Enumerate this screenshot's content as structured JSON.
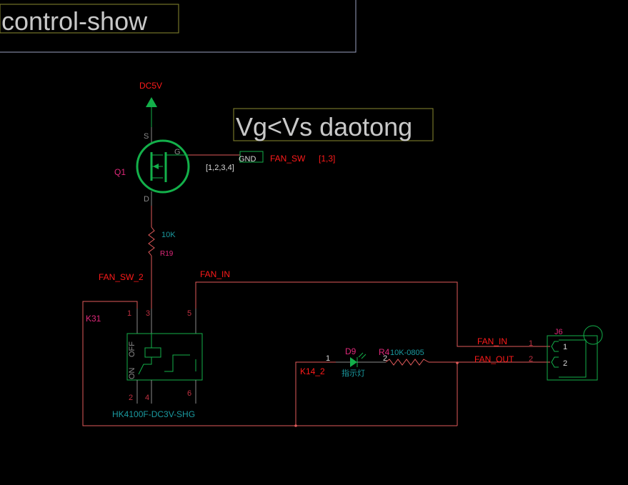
{
  "titles": {
    "main": "control-show",
    "note": "Vg<Vs daotong"
  },
  "power": {
    "dc5v": "DC5V",
    "gnd": "GND"
  },
  "q1": {
    "ref": "Q1",
    "s": "S",
    "g": "G",
    "d": "D",
    "pinlist": "[1,2,3,4]"
  },
  "nets": {
    "fan_sw": "FAN_SW",
    "fan_sw_pins": "[1,3]",
    "fan_sw_2": "FAN_SW_2",
    "fan_in_top": "FAN_IN",
    "fan_in": "FAN_IN",
    "fan_out": "FAN_OUT",
    "k14_2": "K14_2"
  },
  "r19": {
    "ref": "R19",
    "value": "10K"
  },
  "k31": {
    "ref": "K31",
    "part": "HK4100F-DC3V-SHG",
    "off": "OFF",
    "on": "ON",
    "pins": [
      "1",
      "3",
      "5",
      "2",
      "4",
      "6"
    ]
  },
  "d9": {
    "ref": "D9",
    "desc": "指示灯",
    "pin1": "1",
    "pin2": "2"
  },
  "r4": {
    "ref": "R4",
    "value": "10K-0805"
  },
  "j6": {
    "ref": "J6",
    "pin1": "1",
    "pin2": "2",
    "net_pin1": "1",
    "net_pin2": "2"
  },
  "colors": {
    "wire": "#e05a5a",
    "component": "#13b04a",
    "net_label": "#ff1a1a",
    "ref_label": "#e0287a",
    "value_label": "#1a9aa0"
  }
}
